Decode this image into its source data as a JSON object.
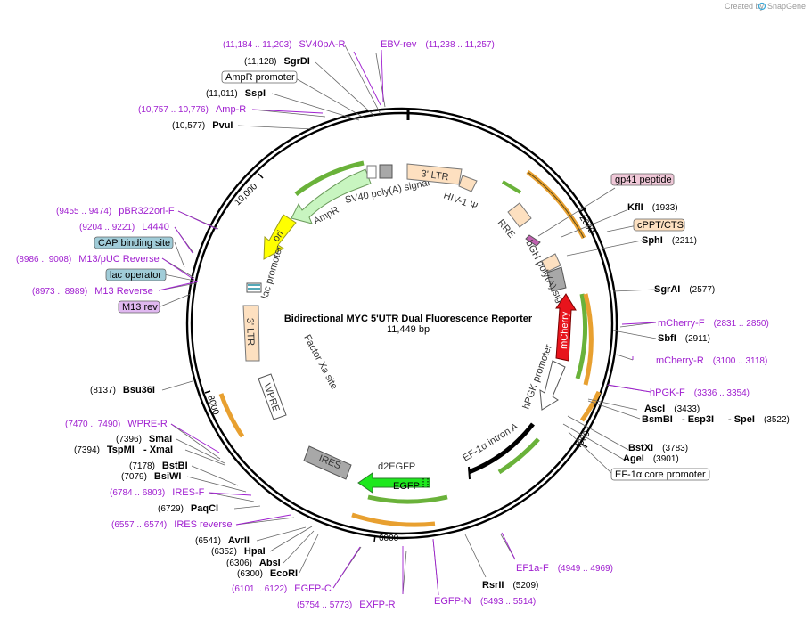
{
  "header": {
    "credit_prefix": "Created by",
    "brand": "SnapGene"
  },
  "plasmid": {
    "name": "Bidirectional MYC 5'UTR Dual Fluorescence Reporter",
    "size_label": "11,449 bp",
    "length": 11449
  },
  "ticks": [
    "2000",
    "4000",
    "6000",
    "8000",
    "10,000"
  ],
  "features": {
    "sv40_polya": "SV40 poly(A) signal",
    "ltr3_top": "3' LTR",
    "hiv_psi": "HIV-1 Ψ",
    "rre": "RRE",
    "ampr": "AmpR",
    "ori": "ori",
    "lac_promoter": "lac promoter",
    "bgh_polya": "bGH poly(A) signal",
    "mcherry": "mCherry",
    "hpgk": "hPGK promoter",
    "ltr3_left": "3' LTR",
    "factor_xa": "Factor Xa site",
    "wpre": "WPRE",
    "ires": "IRES",
    "d2egfp": "d2EGFP",
    "egfp": "EGFP",
    "ef1a_intron": "EF-1α intron A"
  },
  "boxed_labels": {
    "ampr_promoter": "AmpR promoter",
    "cap_site": "CAP binding site",
    "lac_operator": "lac operator",
    "m13_rev": "M13 rev",
    "gp41": "gp41 peptide",
    "cppt": "cPPT/CTS",
    "ef1a_core": "EF-1α core promoter"
  },
  "colors": {
    "primer": "#a020d0",
    "arc_orange": "#e8a030",
    "arc_green": "#6ab23a",
    "mcherry": "#e8141c",
    "egfp": "#1ee81e",
    "ampr": "#c8f5c0",
    "ori": "#ffff00",
    "ltr": "#fde0c0",
    "grey_feature": "#a8a8a8"
  },
  "labels": [
    {
      "id": "sv40pa-r",
      "kind": "primer",
      "name": "SV40pA-R",
      "coord": "(11,184 .. 11,203)"
    },
    {
      "id": "ebv-rev",
      "kind": "primer",
      "name": "EBV-rev",
      "coord": "(11,238 .. 11,257)"
    },
    {
      "id": "sgrdi",
      "kind": "site",
      "name": "SgrDI",
      "coord": "(11,128)"
    },
    {
      "id": "sspi",
      "kind": "site",
      "name": "SspI",
      "coord": "(11,011)"
    },
    {
      "id": "amp-r",
      "kind": "primer",
      "name": "Amp-R",
      "coord": "(10,757 .. 10,776)"
    },
    {
      "id": "pvui",
      "kind": "site",
      "name": "PvuI",
      "coord": "(10,577)"
    },
    {
      "id": "pbr322ori-f",
      "kind": "primer",
      "name": "pBR322ori-F",
      "coord": "(9455 .. 9474)"
    },
    {
      "id": "l4440",
      "kind": "primer",
      "name": "L4440",
      "coord": "(9204 .. 9221)"
    },
    {
      "id": "m13-puc-rev",
      "kind": "primer",
      "name": "M13/pUC Reverse",
      "coord": "(8986 .. 9008)"
    },
    {
      "id": "m13-reverse",
      "kind": "primer",
      "name": "M13 Reverse",
      "coord": "(8973 .. 8989)"
    },
    {
      "id": "bsu36i",
      "kind": "site",
      "name": "Bsu36I",
      "coord": "(8137)"
    },
    {
      "id": "wpre-r",
      "kind": "primer",
      "name": "WPRE-R",
      "coord": "(7470 .. 7490)"
    },
    {
      "id": "smai",
      "kind": "site",
      "name": "SmaI",
      "coord": "(7396)"
    },
    {
      "id": "tspmi",
      "kind": "site",
      "name": "TspMI",
      "coord": "(7394)"
    },
    {
      "id": "xmai",
      "kind": "site",
      "name": "- XmaI",
      "coord": ""
    },
    {
      "id": "bstbi",
      "kind": "site",
      "name": "BstBI",
      "coord": "(7178)"
    },
    {
      "id": "bsiwi",
      "kind": "site",
      "name": "BsiWI",
      "coord": "(7079)"
    },
    {
      "id": "ires-f",
      "kind": "primer",
      "name": "IRES-F",
      "coord": "(6784 .. 6803)"
    },
    {
      "id": "paqci",
      "kind": "site",
      "name": "PaqCI",
      "coord": "(6729)"
    },
    {
      "id": "ires-reverse",
      "kind": "primer",
      "name": "IRES reverse",
      "coord": "(6557 .. 6574)"
    },
    {
      "id": "avrii",
      "kind": "site",
      "name": "AvrII",
      "coord": "(6541)"
    },
    {
      "id": "hpai",
      "kind": "site",
      "name": "HpaI",
      "coord": "(6352)"
    },
    {
      "id": "absi",
      "kind": "site",
      "name": "AbsI",
      "coord": "(6306)"
    },
    {
      "id": "ecori",
      "kind": "site",
      "name": "EcoRI",
      "coord": "(6300)"
    },
    {
      "id": "egfp-c",
      "kind": "primer",
      "name": "EGFP-C",
      "coord": "(6101 .. 6122)"
    },
    {
      "id": "exfp-r",
      "kind": "primer",
      "name": "EXFP-R",
      "coord": "(5754 .. 5773)"
    },
    {
      "id": "egfp-n",
      "kind": "primer",
      "name": "EGFP-N",
      "coord": "(5493 .. 5514)"
    },
    {
      "id": "rsrii",
      "kind": "site",
      "name": "RsrII",
      "coord": "(5209)"
    },
    {
      "id": "ef1a-f",
      "kind": "primer",
      "name": "EF1a-F",
      "coord": "(4949 .. 4969)"
    },
    {
      "id": "agei",
      "kind": "site",
      "name": "AgeI",
      "coord": "(3901)"
    },
    {
      "id": "bstxi",
      "kind": "site",
      "name": "BstXI",
      "coord": "(3783)"
    },
    {
      "id": "bsmbi",
      "kind": "site",
      "name": "BsmBI",
      "coord": ""
    },
    {
      "id": "esp3i",
      "kind": "site",
      "name": "- Esp3I",
      "coord": ""
    },
    {
      "id": "spei",
      "kind": "site",
      "name": "- SpeI",
      "coord": "(3522)"
    },
    {
      "id": "asci",
      "kind": "site",
      "name": "AscI",
      "coord": "(3433)"
    },
    {
      "id": "hpgk-f",
      "kind": "primer",
      "name": "hPGK-F",
      "coord": "(3336 .. 3354)"
    },
    {
      "id": "mcherry-r",
      "kind": "primer",
      "name": "mCherry-R",
      "coord": "(3100 .. 3118)"
    },
    {
      "id": "sbfi",
      "kind": "site",
      "name": "SbfI",
      "coord": "(2911)"
    },
    {
      "id": "mcherry-f",
      "kind": "primer",
      "name": "mCherry-F",
      "coord": "(2831 .. 2850)"
    },
    {
      "id": "sgrai",
      "kind": "site",
      "name": "SgrAI",
      "coord": "(2577)"
    },
    {
      "id": "sphi",
      "kind": "site",
      "name": "SphI",
      "coord": "(2211)"
    },
    {
      "id": "kfli",
      "kind": "site",
      "name": "KflI",
      "coord": "(1933)"
    }
  ]
}
